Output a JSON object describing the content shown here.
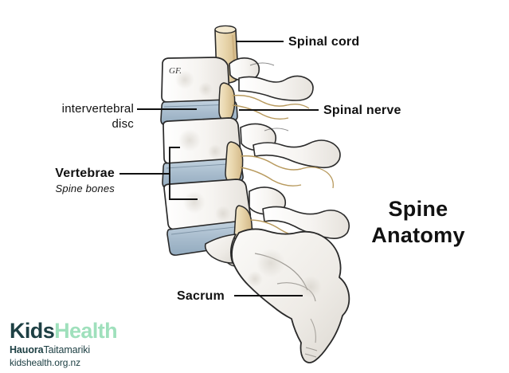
{
  "title": {
    "line1": "Spine",
    "line2": "Anatomy"
  },
  "labels": {
    "spinal_cord": "Spinal cord",
    "spinal_nerve": "Spinal nerve",
    "intervertebral_disc_line1": "intervertebral",
    "intervertebral_disc_line2": "disc",
    "vertebrae": "Vertebrae",
    "vertebrae_sub": "Spine bones",
    "sacrum": "Sacrum"
  },
  "signature": "GF.",
  "logo": {
    "kids": "Kids",
    "health": "Health",
    "maori_bold": "Hauora",
    "maori_rest": "Taitamariki",
    "url": "kidshealth.org.nz"
  },
  "colors": {
    "background": "#ffffff",
    "text": "#111111",
    "bone_fill": "#f4f2ef",
    "bone_shade": "#e3e0da",
    "bone_outline": "#2a2a2a",
    "disc_fill": "#a8bccd",
    "disc_shade": "#8da7ba",
    "cord_fill": "#e8d5ab",
    "cord_shade": "#d8bf8c",
    "nerve_line": "#b89a5e",
    "leader_line": "#111111",
    "logo_dark": "#1e4044",
    "logo_green": "#9fe0bc"
  },
  "illustration": {
    "type": "medical-anatomy-illustration",
    "subject": "lumbar spine lateral view",
    "parts": [
      "spinal cord",
      "vertebrae",
      "intervertebral discs",
      "spinal nerves",
      "sacrum",
      "coccyx"
    ]
  }
}
